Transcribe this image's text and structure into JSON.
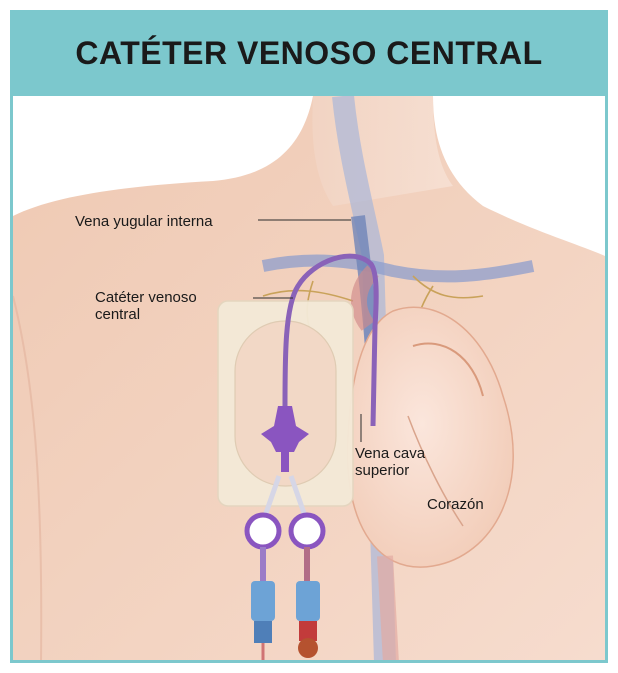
{
  "title": "CATÉTER VENOSO CENTRAL",
  "labels": {
    "jugular": "Vena yugular interna",
    "catheter_line1": "Catéter venoso",
    "catheter_line2": "central",
    "vena_cava_line1": "Vena cava",
    "vena_cava_line2": "superior",
    "heart": "Corazón"
  },
  "colors": {
    "banner": "#7cc8cd",
    "skin": "#f1cdb8",
    "catheter": "#8a62b8",
    "vein": "#6f84b8",
    "artery": "#d08a8a",
    "dressing": "#f4ead8"
  }
}
